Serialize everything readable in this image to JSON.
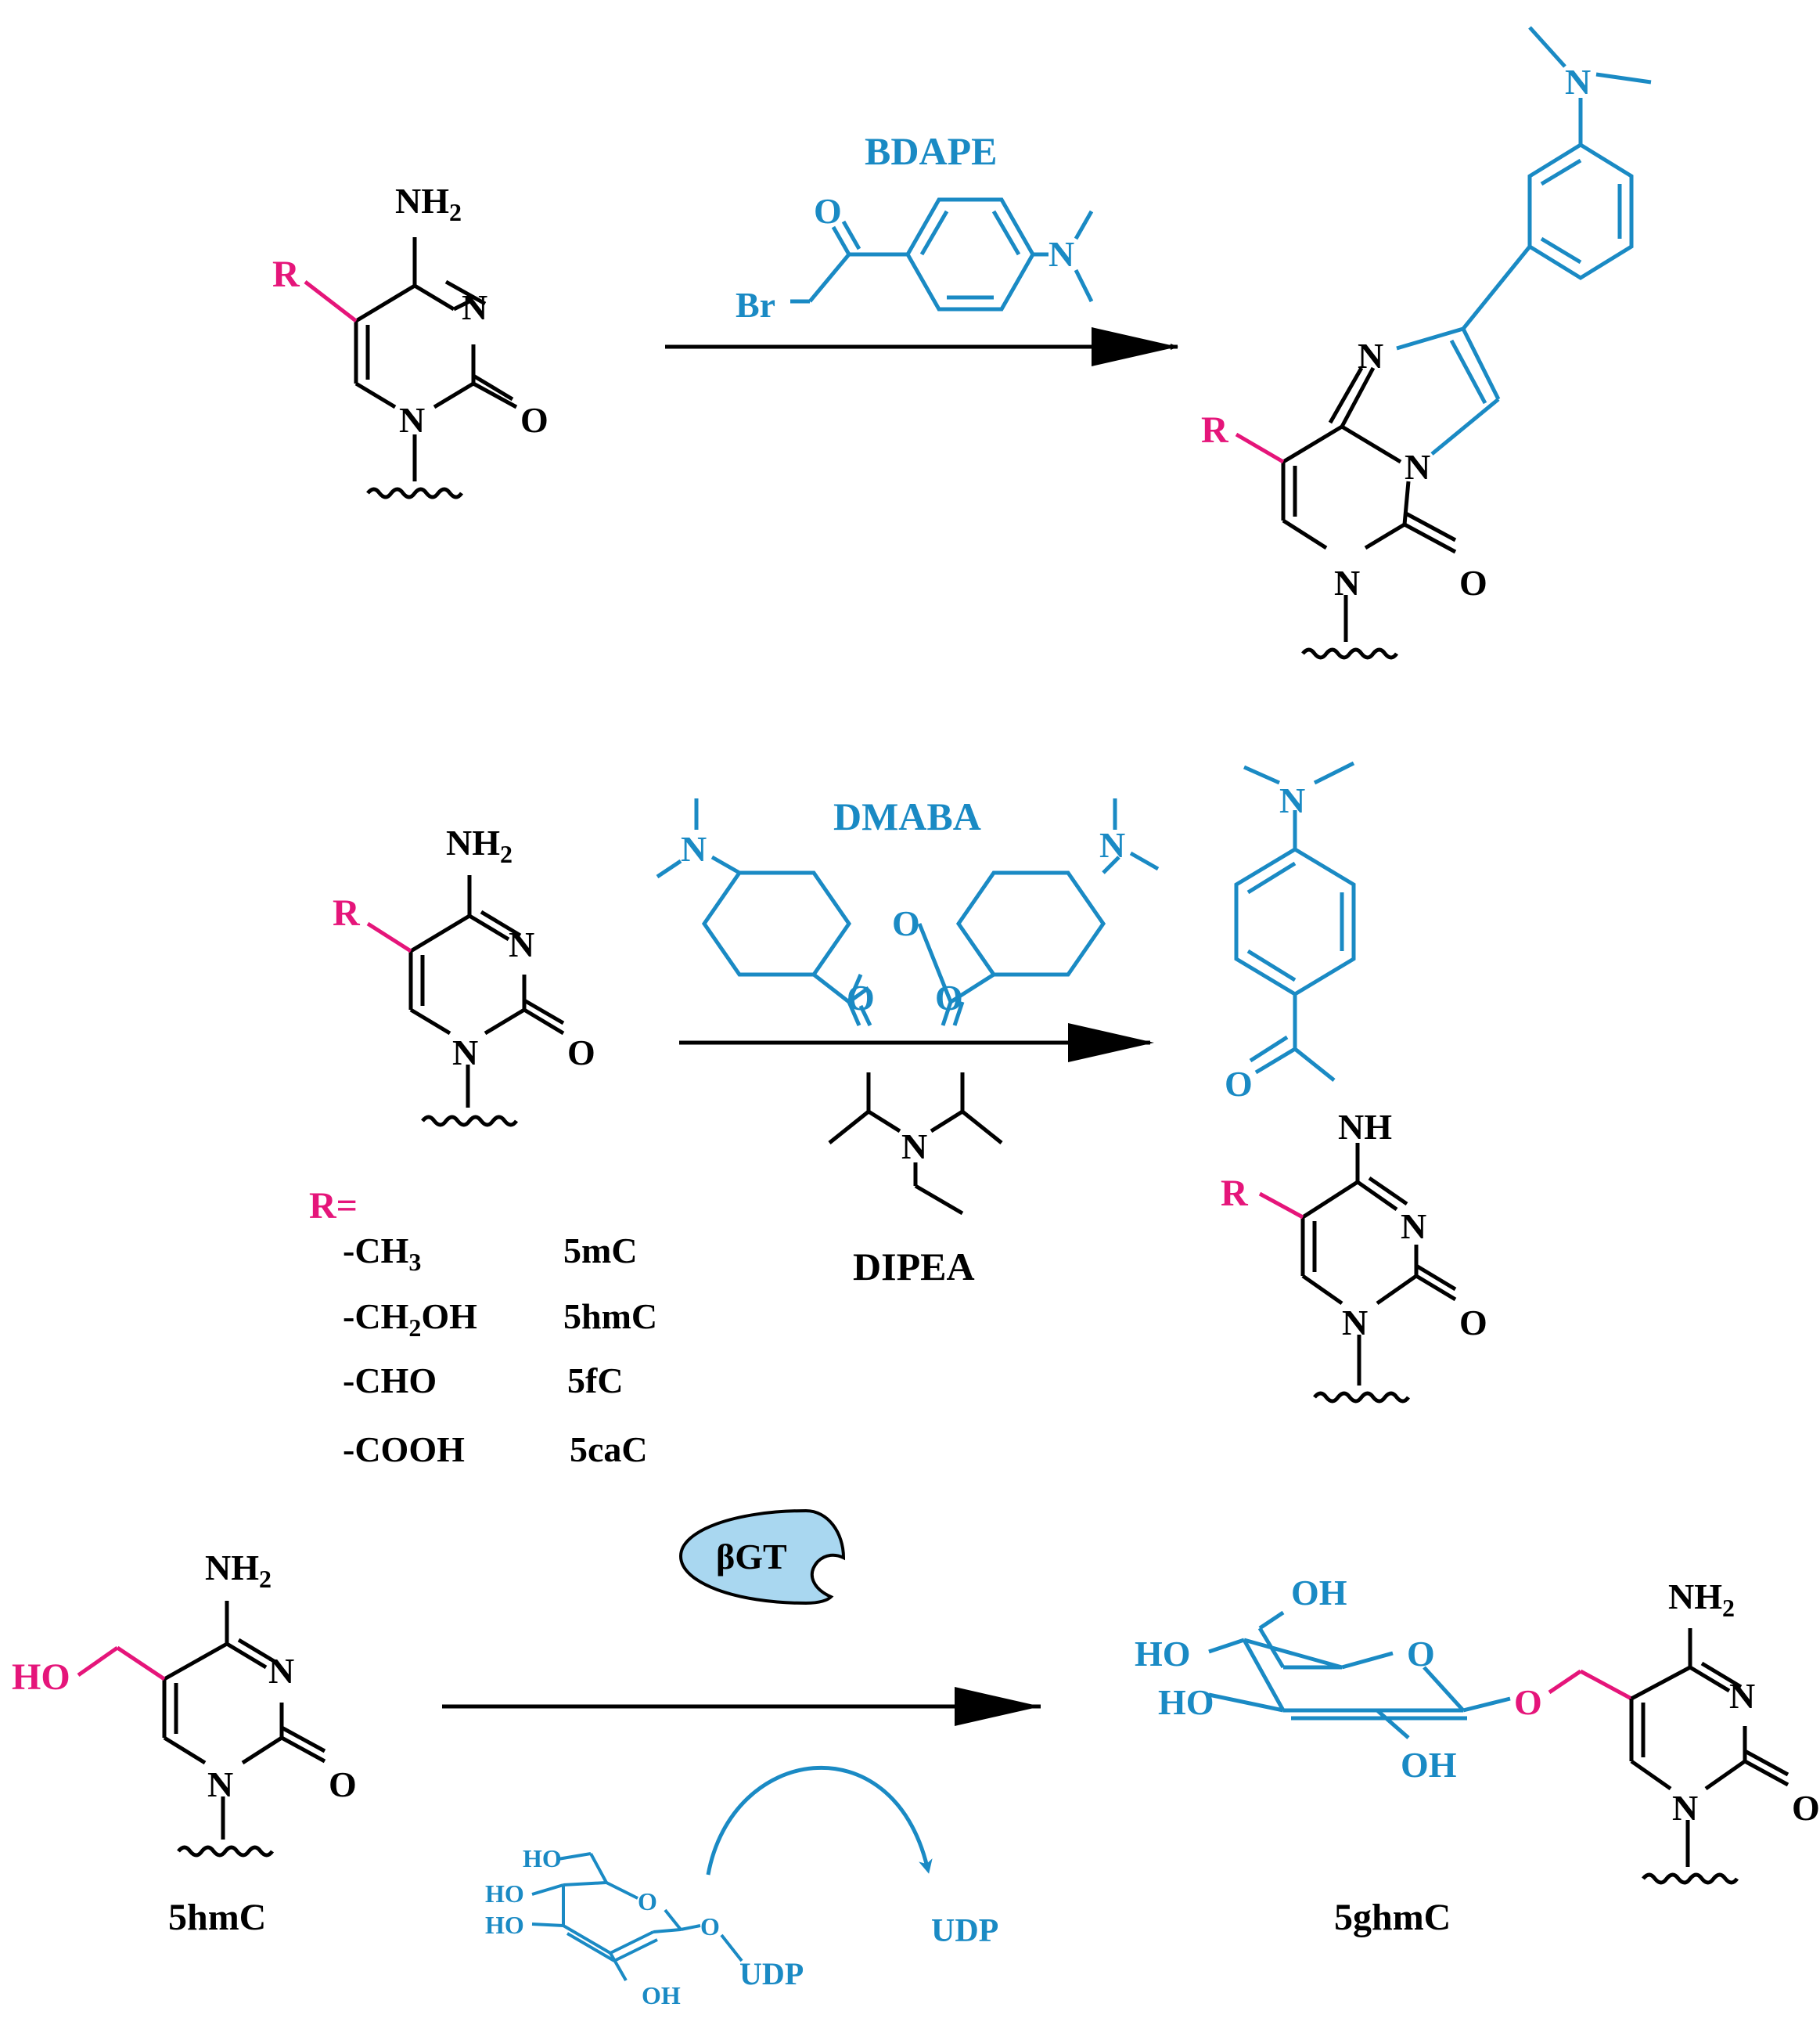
{
  "colors": {
    "text": "#000000",
    "reagent": "#1a8ac4",
    "substituent": "#e5157a",
    "enzyme_fill": "#a9d7f0"
  },
  "reaction1": {
    "substrate": {
      "amine": "NH",
      "amine_sub": "2",
      "n3": "N",
      "n1": "N",
      "o2": "O",
      "r": "R"
    },
    "reagent": {
      "name": "BDAPE",
      "o": "O",
      "br": "Br",
      "n": "N"
    },
    "product": {
      "n_top": "N",
      "n_imid": "N",
      "n_bridge": "N",
      "n1": "N",
      "o": "O",
      "r": "R"
    }
  },
  "reaction2": {
    "substrate": {
      "amine": "NH",
      "amine_sub": "2",
      "n3": "N",
      "n1": "N",
      "o2": "O",
      "r": "R"
    },
    "reagent": {
      "name": "DMABA",
      "n_left": "N",
      "n_right": "N",
      "o_bridge": "O",
      "o_left": "O",
      "o_right": "O"
    },
    "base": {
      "n": "N",
      "name": "DIPEA"
    },
    "product": {
      "n_top": "N",
      "o_amide": "O",
      "nh": "NH",
      "n3": "N",
      "n1": "N",
      "o2": "O",
      "r": "R"
    },
    "legend": {
      "title": "R=",
      "rows": [
        {
          "group": "-CH",
          "sub": "3",
          "rest": "",
          "name": "5mC"
        },
        {
          "group": "-CH",
          "sub": "2",
          "rest": "OH",
          "name": "5hmC"
        },
        {
          "group": "-CHO",
          "sub": "",
          "rest": "",
          "name": "5fC"
        },
        {
          "group": "-COOH",
          "sub": "",
          "rest": "",
          "name": "5caC"
        }
      ]
    }
  },
  "reaction3": {
    "substrate": {
      "amine": "NH",
      "amine_sub": "2",
      "n3": "N",
      "n1": "N",
      "o2": "O",
      "ho": "HO",
      "label": "5hmC"
    },
    "enzyme": "βGT",
    "udp_glucose": {
      "oh_top": "HO",
      "ho1": "HO",
      "ho2": "HO",
      "ring_o": "O",
      "oh_bottom": "OH",
      "o_link": "O",
      "udp": "UDP"
    },
    "byproduct": "UDP",
    "product": {
      "oh_top": "OH",
      "ho1": "HO",
      "ho2": "HO",
      "ring_o": "O",
      "oh_bottom": "OH",
      "o_link": "O",
      "amine": "NH",
      "amine_sub": "2",
      "n3": "N",
      "n1": "N",
      "o2": "O",
      "label": "5ghmC"
    }
  }
}
